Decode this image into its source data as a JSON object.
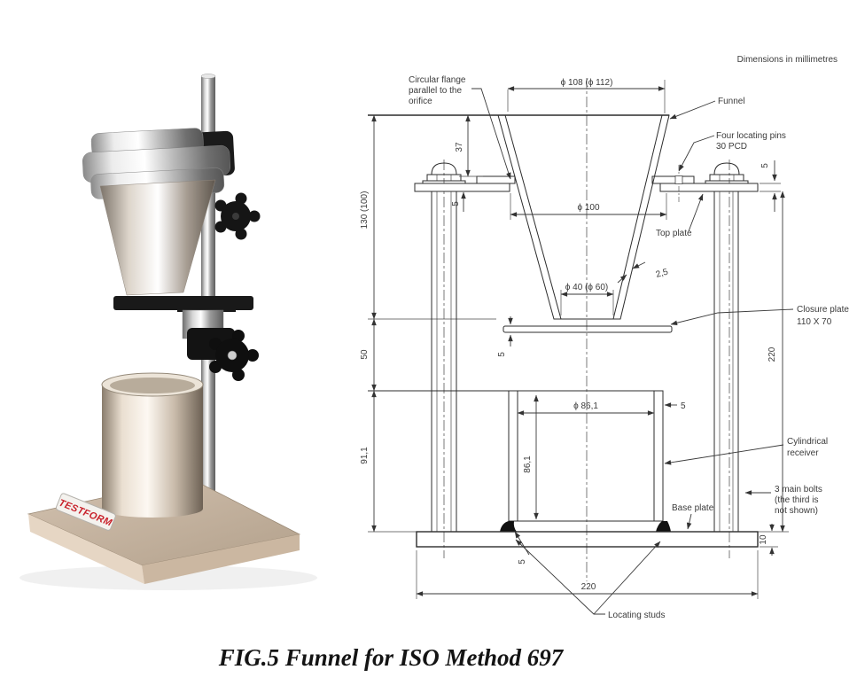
{
  "page": {
    "caption": "FIG.5 Funnel for ISO Method 697"
  },
  "photo": {
    "brand": "TESTFORM"
  },
  "drawing": {
    "note": "Dimensions in millimetres",
    "labels": {
      "flange1": "Circular flange",
      "flange2": "parallel to the",
      "flange3": "orifice",
      "funnel": "Funnel",
      "pins1": "Four locating pins",
      "pins2": "30 PCD",
      "top_plate": "Top plate",
      "closure1": "Closure plate",
      "closure2": "110 X 70",
      "receiver1": "Cylindrical",
      "receiver2": "receiver",
      "bolts1": "3 main bolts",
      "bolts2": "(the third is",
      "bolts3": "not shown)",
      "base_plate": "Base plate",
      "studs": "Locating studs"
    },
    "dims": {
      "dia_top": "ϕ 108 (ϕ 112)",
      "flange_height": "37",
      "plate_thk_left": "5",
      "dia_100": "ϕ 100",
      "wall_thk": "2,5",
      "dia_orifice": "ϕ 40 (ϕ 60)",
      "h_funnel": "130 (100)",
      "h_gap": "50",
      "h_receiver": "91,1",
      "closure_thk": "5",
      "dia_receiver": "ϕ 86,1",
      "receiver_wall_thk": "5",
      "receiver_inner_h": "86,1",
      "plate_thk_right": "5",
      "h_overall": "220",
      "base_thk": "10",
      "receiver_bottom_thk": "5",
      "base_width": "220"
    }
  }
}
